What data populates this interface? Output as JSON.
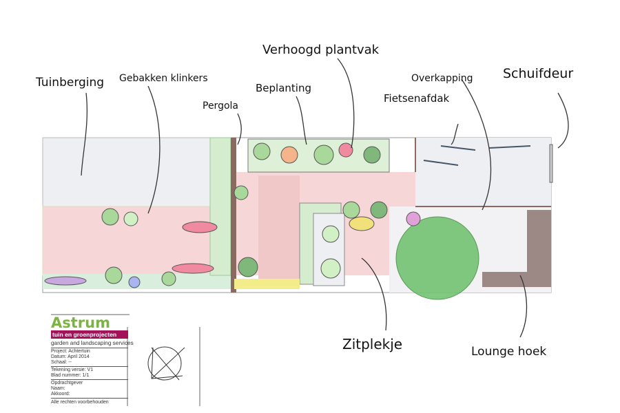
{
  "labels": {
    "tuinberging": "Tuinberging",
    "gebakken_klinkers": "Gebakken klinkers",
    "pergola": "Pergola",
    "beplanting": "Beplanting",
    "verhoogd_plantvak": "Verhoogd plantvak",
    "overkapping": "Overkapping",
    "fietsenafdak": "Fietsenafdak",
    "schuifdeur": "Schuifdeur",
    "zitplekje": "Zitplekje",
    "lounge_hoek": "Lounge hoek"
  },
  "title_block": {
    "logo": "Astrum",
    "tagline": "tuin en groenprojecten",
    "subtitle": "garden and landscaping services",
    "project": "Project:  Achtertuin",
    "datum": "Datum:  April 2014",
    "schaal": "Schaal:  --",
    "versie": "Tekening versie:  V1",
    "blad": "Blad nummer:  1/1",
    "opdrachtgever": "Opdrachtgever",
    "naam": "Naam:",
    "akkoord": "Akkoord:",
    "rechten": "Alle rechten voorbehouden"
  },
  "colors": {
    "paving": "#f6d6d6",
    "shed": "#eeeff2",
    "plant_green": "#a8d89a",
    "tree": "#6cbf6a",
    "wall": "#8a6a60"
  }
}
